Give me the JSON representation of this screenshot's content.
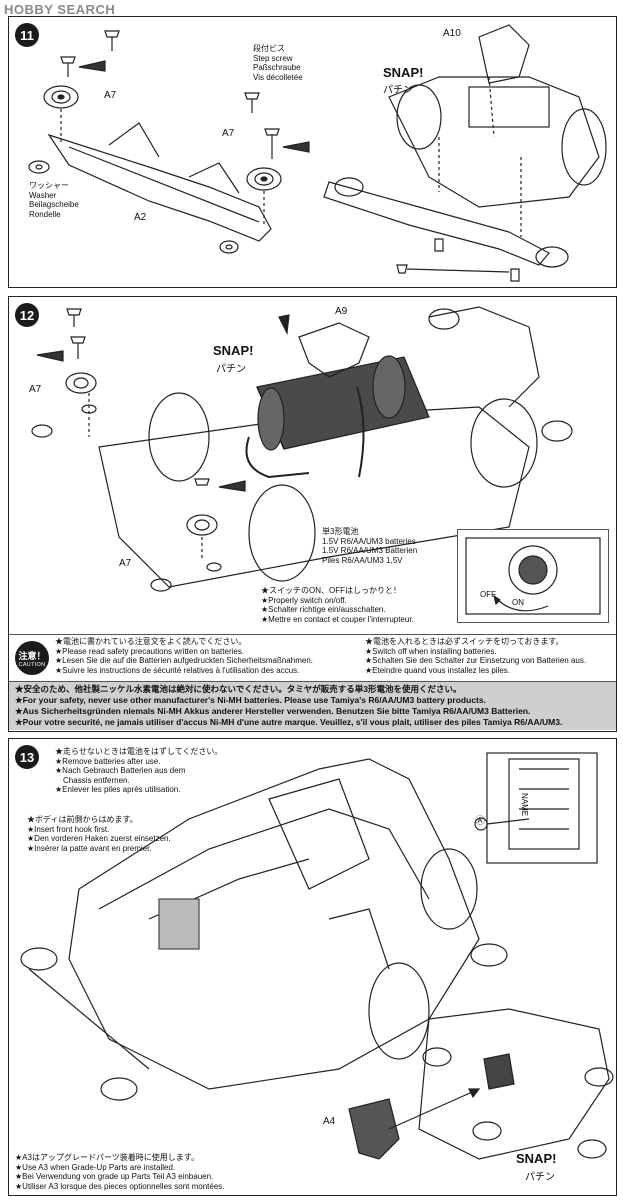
{
  "watermark": "HOBBY SEARCH",
  "step11": {
    "number": "11",
    "part_a7_top": "A7",
    "part_a7_mid": "A7",
    "part_a2": "A2",
    "part_a10": "A10",
    "step_screw": [
      "段付ビス",
      "Step screw",
      "Paßschraube",
      "Vis décolletée"
    ],
    "washer": [
      "ワッシャー",
      "Washer",
      "Beilagscheibe",
      "Rondelle"
    ],
    "snap": "SNAP!",
    "snap_jp": "パチン"
  },
  "step12": {
    "number": "12",
    "part_a9": "A9",
    "part_a7_left": "A7",
    "part_a7_bottom": "A7",
    "snap": "SNAP!",
    "snap_jp": "パチン",
    "battery_label": [
      "単3形電池",
      "1.5V R6/AA/UM3 batteries",
      "1.5V R6/AA/UM3 Batterien",
      "Piles R6/AA/UM3 1,5V"
    ],
    "switch_note": [
      "★スイッチのON、OFFはしっかりと！",
      "★Properly switch on/off.",
      "★Schalter richtige ein/ausschalten.",
      "★Mettre en contact et couper l'interrupteur."
    ],
    "switch_on": "ON",
    "switch_off": "OFF",
    "caution_jp": "注意！",
    "caution_en": "CAUTION",
    "caution_left": [
      "★電池に書かれている注意文をよく読んでください。",
      "★Please read safety precautions written on batteries.",
      "★Lesen Sie die auf die Batterien aufgedruckten Sicherheitsmaßnahmen.",
      "★Suivre les instructions de sécurité relatives à l'utilisation des accus."
    ],
    "caution_right": [
      "★電池を入れるときは必ずスイッチを切っておきます。",
      "★Switch off when installing batteries.",
      "★Schalten Sie den Schalter zur Einsetzung von Batterien aus.",
      "★Eteindre quand vous installez les piles."
    ],
    "safety": [
      "★安全のため、他社製ニッケル水素電池は絶対に使わないでください。タミヤが販売する単3形電池を使用ください。",
      "★For your safety, never use other manufacturer's Ni-MH batteries. Please use Tamiya's R6/AA/UM3 battery products.",
      "★Aus Sicherheitsgründen niemals Ni-MH Akkus anderer Hersteller verwenden. Benutzen Sie bitte Tamiya R6/AA/UM3 Batterien.",
      "★Pour votre securité, ne jamais utiliser d'accus Ni-MH d'une autre marque. Veuillez, s'il vous plait, utiliser des piles Tamiya R6/AA/UM3."
    ]
  },
  "step13": {
    "number": "13",
    "remove_batteries": [
      "★走らせないときは電池をはずしてください。",
      "★Remove batteries after use.",
      "★Nach Gebrauch Batterien aus dem",
      "Chassis entfernen.",
      "★Enlever les piles après utilisation."
    ],
    "body_hook": [
      "★ボディは前側からはめます。",
      "★Insert front hook first.",
      "★Den vorderen Haken zuerst einsetzen.",
      "★Insérer la patte avant en premier."
    ],
    "name_label": "NAME",
    "circle_a": "Ⓐ",
    "part_a4": "A4",
    "snap": "SNAP!",
    "snap_jp": "パチン",
    "a3_note": [
      "★A3はアップグレードパーツ装着時に使用します。",
      "★Use A3 when Grade-Up Parts are installed.",
      "★Bei Verwendung von grade up Parts Teil A3 einbauen.",
      "★Utiliser A3 lorsque des pieces optionnelles sont montées."
    ]
  }
}
